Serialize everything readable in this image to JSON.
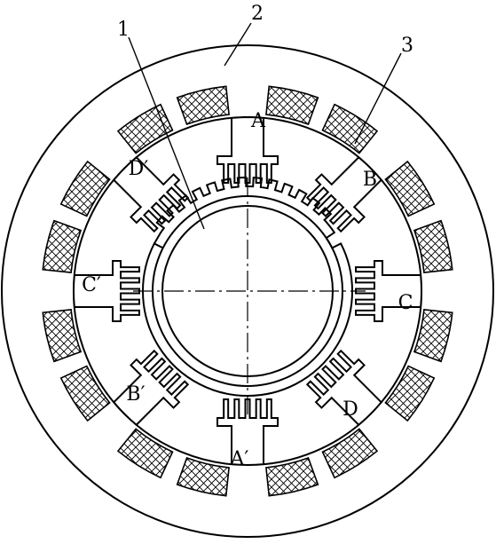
{
  "callouts": {
    "rotor": "1",
    "stator": "2",
    "winding": "3"
  },
  "poles": [
    {
      "label": "A"
    },
    {
      "label": "B"
    },
    {
      "label": "C"
    },
    {
      "label": "D"
    },
    {
      "label": "A′"
    },
    {
      "label": "B′"
    },
    {
      "label": "C′"
    },
    {
      "label": "D′"
    }
  ],
  "colors": {
    "line": "#000000",
    "background": "#ffffff"
  }
}
